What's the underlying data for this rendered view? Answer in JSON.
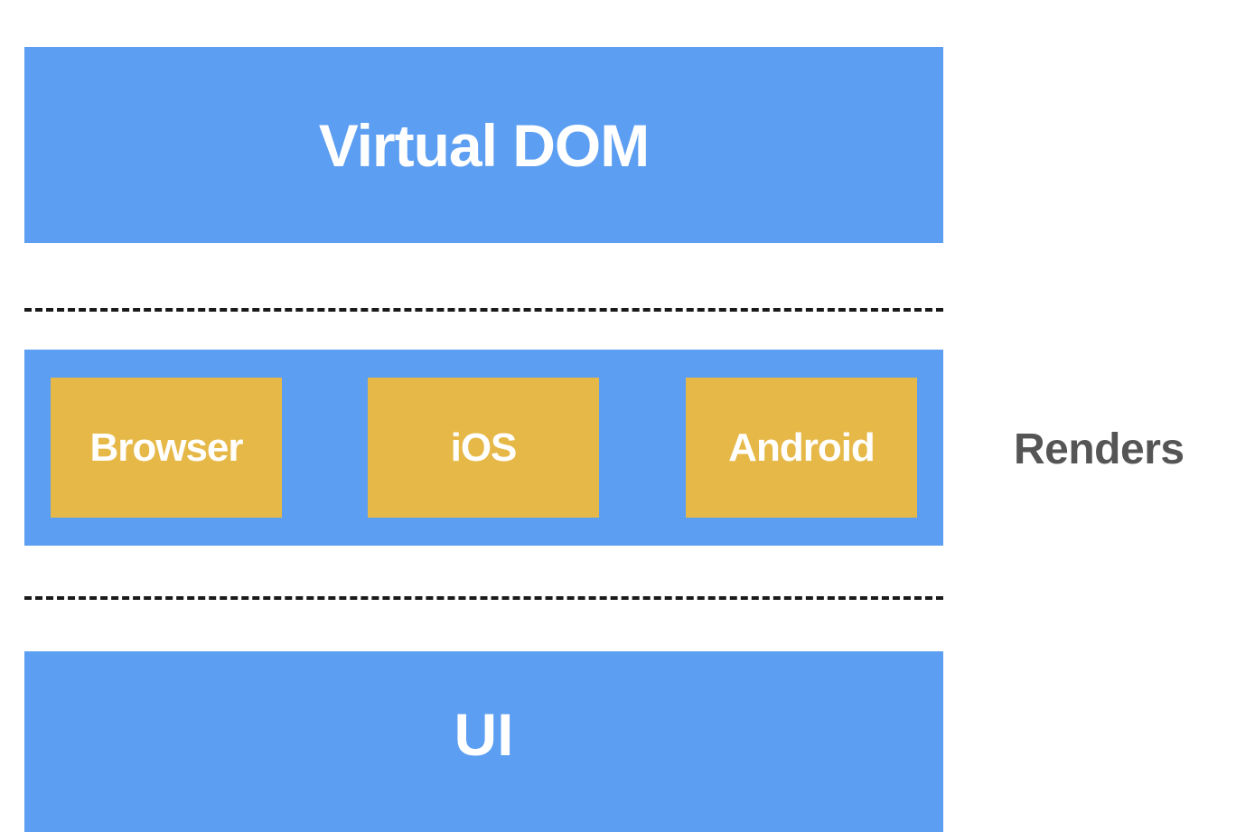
{
  "diagram": {
    "top_layer": {
      "label": "Virtual DOM"
    },
    "middle_layer": {
      "platforms": [
        {
          "label": "Browser"
        },
        {
          "label": "iOS"
        },
        {
          "label": "Android"
        }
      ]
    },
    "bottom_layer": {
      "label": "UI"
    },
    "side_label": "Renders"
  },
  "colors": {
    "layer": "#5c9ef1",
    "platform": "#e6b847",
    "text_light": "#ffffff",
    "side_text": "#555555",
    "divider": "#1a1a1a"
  }
}
